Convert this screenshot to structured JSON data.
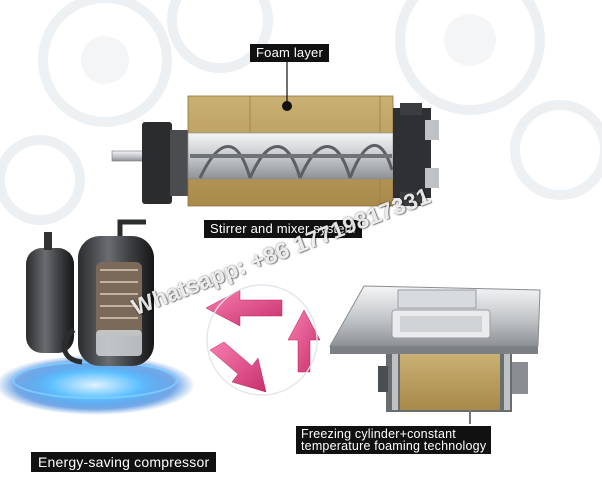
{
  "labels": {
    "foam_layer": "Foam layer",
    "stirrer": "Stirrer and mixer system",
    "freezing": "Freezing cylinder+constant\ntemperature foaming technology",
    "compressor": "Energy-saving compressor"
  },
  "watermark": "Whatsapp: +86 17719817331",
  "colors": {
    "label_bg": "#111111",
    "foam": "#c8ae6e",
    "arrow": "#e2508a",
    "compressor_glow": "#3fa8ff"
  }
}
